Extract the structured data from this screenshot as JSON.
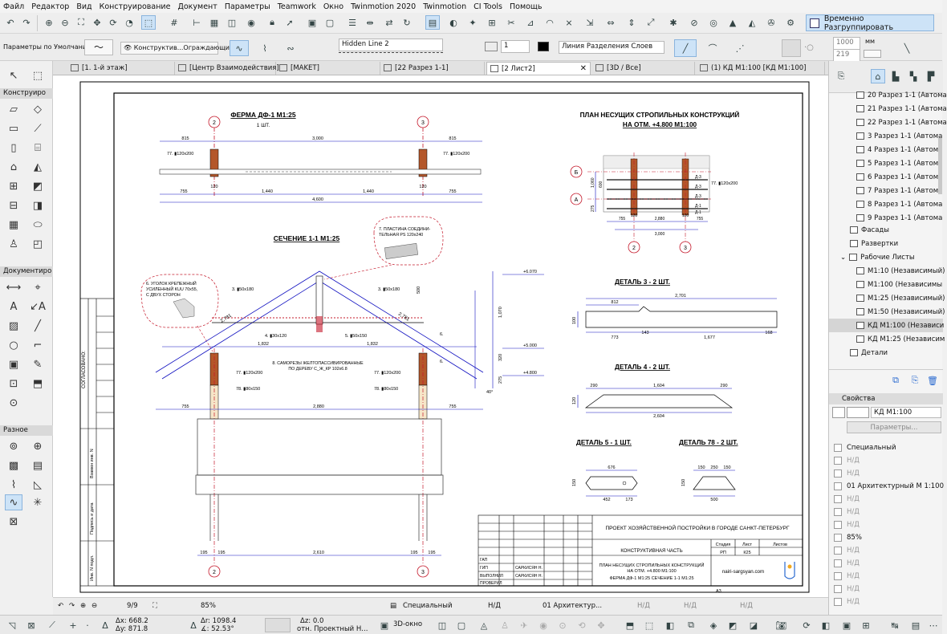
{
  "menu": [
    "Файл",
    "Редактор",
    "Вид",
    "Конструирование",
    "Документ",
    "Параметры",
    "Teamwork",
    "Окно",
    "Twinmotion 2020",
    "Twinmotion",
    "CI Tools",
    "Помощь"
  ],
  "toolbar": {
    "regroup_label": "Временно Разгруппировать",
    "defaults_label": "Параметры по Умолчанию",
    "structure_label": "Конструктив...Ограждающий",
    "hidden_line": "Hidden Line 2",
    "pen_value": "1",
    "layer_line": "Линия Разделения Слоев",
    "dim1": "1000",
    "dim2": "219",
    "unit": "мм"
  },
  "tabs": [
    "[1. 1-й этаж]",
    "[Центр Взаимодействия]",
    "[MAKET]",
    "[22 Разрез 1-1]",
    "[2 Лист2]",
    "[3D / Все]",
    "(1) КД М1:100 [КД М1:100]"
  ],
  "toolbox": {
    "group1": "Конструиро",
    "group2": "Документиро",
    "group3": "Разное"
  },
  "navigator": {
    "sections": [
      "20 Разрез 1-1 (Автома",
      "21 Разрез 1-1 (Автома",
      "22 Разрез 1-1 (Автома",
      "3 Разрез 1-1 (Автома",
      "4 Разрез 1-1 (Автома",
      "5 Разрез 1-1 (Автома",
      "6 Разрез 1-1 (Автома",
      "7 Разрез 1-1 (Автома",
      "8 Разрез 1-1 (Автома",
      "9 Разрез 1-1 (Автома"
    ],
    "facades": "Фасады",
    "unfold": "Развертки",
    "worksheets": "Рабочие Листы",
    "sheets": [
      "М1:10 (Независимый)",
      "М1:100 (Независимы",
      "М1:25 (Независимый)",
      "М1:50 (Независимый)",
      "КД М1:100 (Независи",
      "КД М1:25 (Независим"
    ],
    "details": "Детали"
  },
  "properties": {
    "header": "Свойства",
    "name_value": "КД М1:100",
    "params_button": "Параметры...",
    "special": "Специальный",
    "na": "Н/Д",
    "arch": "01 Архитектурный М 1:100",
    "zoom": "85%"
  },
  "status": {
    "page": "9/9",
    "zoom": "85%",
    "special": "Специальный",
    "na": "Н/Д",
    "arch": "01 Архитектур..."
  },
  "coords": {
    "dx": "Δx: 668.2",
    "dy": "Δy: 871.8",
    "dr": "Δr: 1098.4",
    "da": "∡: 52.53°",
    "dz": "Δz: 0.0",
    "ref": "отн. Проектный Н...",
    "view3d": "3D-окно"
  },
  "drawing": {
    "truss_title": "ФЕРМА  ДФ-1  М1:25",
    "truss_qty": "1 ШТ.",
    "section_title": "СЕЧЕНИЕ  1-1  М1:25",
    "plan_title1": "ПЛАН НЕСУЩИХ СТРОПИЛЬНЫХ КОНСТРУКЦИЙ",
    "plan_title2": "НА ОТМ. +4.800  М1:100",
    "detail3": "ДЕТАЛЬ 3 - 2 ШТ.",
    "detail4": "ДЕТАЛЬ 4 - 2 ШТ.",
    "detail5": "ДЕТАЛЬ 5 - 1 ШТ.",
    "detail78": "ДЕТАЛЬ 78 - 2 ШТ.",
    "note_plate1": "7. ПЛАСТИНА СОЕДИНИ-",
    "note_plate2": "ТЕЛЬНАЯ PS 120x240",
    "note_corner1": "6. УГОЛОК КРЕПЕЖНЫЙ",
    "note_corner2": "УСИЛЕННЫЙ KUU 70x55,",
    "note_corner3": "С ДВУХ СТОРОН",
    "note_screws1": "8. САМОРЕЗЫ ЖЕЛТОПАССИВИРОВАННЫЕ",
    "note_screws2": "ПО ДЕРЕВУ С_Ж_КР 102х6.8",
    "labels": [
      "77. ▮120x200",
      "77. ▮120x200",
      "3. ▮50x180",
      "3. ▮50x180",
      "4. ▮30x120",
      "5. ▮50x150",
      "77. ▮120x200",
      "77. ▮120x200",
      "78. ▮80x150",
      "78. ▮80x150",
      "6.",
      "6.",
      "77. ▮120x200"
    ],
    "dims_top": [
      "815",
      "3,000",
      "815",
      "755",
      "120",
      "1,440",
      "1,440",
      "120",
      "755",
      "4,600"
    ],
    "dims_section": [
      "2,781",
      "2,781",
      "1,832",
      "1,832",
      "755",
      "2,880",
      "755",
      "195",
      "195",
      "2,610",
      "195",
      "195",
      "500",
      "1,070",
      "320",
      "275",
      "+6.070",
      "+5.000",
      "+4.800",
      "40°"
    ],
    "dims_plan": [
      "755",
      "2,880",
      "755",
      "3,000",
      "120",
      "120",
      "1,060",
      "600",
      "275",
      "Д-3",
      "Д-3",
      "Д-3",
      "Д-1",
      "Д-1"
    ],
    "dims_details": [
      "2,701",
      "812",
      "773",
      "1,677",
      "143",
      "168",
      "100",
      "290",
      "1,604",
      "290",
      "2,604",
      "120",
      "676",
      "150",
      "452",
      "173",
      "150",
      "150",
      "250",
      "150",
      "500"
    ],
    "axes": [
      "2",
      "3",
      "2",
      "3",
      "Б",
      "А",
      "2",
      "3"
    ],
    "stamp_project": "ПРОЕКТ ХОЗЯЙСТВЕННОЙ ПОСТРОЙКИ В ГОРОДЕ САНКТ-ПЕТЕРБУРГ",
    "stamp_part": "КОНСТРУКТИВНАЯ ЧАСТЬ",
    "stamp_stage": "Стадия",
    "stamp_sheet": "Лист",
    "stamp_sheets": "Листов",
    "stamp_stage_val": "РП",
    "stamp_sheet_val": "К25",
    "stamp_desc1": "ПЛАН НЕСУЩИХ СТРОПИЛЬНЫХ КОНСТРУКЦИЙ",
    "stamp_desc2": "НА ОТМ.  +4.800  М1:100",
    "stamp_desc3": "ФЕРМА  ДФ-1  М1:25   СЕЧЕНИЕ  1-1  М1:25",
    "stamp_site": "nairi-sargsyan.com",
    "stamp_roles": [
      "ГАП",
      "ГИП",
      "ВЫПОЛНИЛ",
      "ПРОВЕРИЛ"
    ],
    "stamp_names": [
      "",
      "САРКИСЯН Н.",
      "САРКИСЯН Н.",
      ""
    ],
    "format": "А3",
    "side_approved": "СОГЛАСОВАНО:",
    "side_inv1": "Взамен инв. N",
    "side_inv2": "Подпись и дата",
    "side_inv3": "Инв. N подл."
  },
  "colors": {
    "accent": "#0b5fa5",
    "dim_blue": "#1010c0",
    "timber": "#b4572a",
    "red_axis": "#c4182a"
  }
}
